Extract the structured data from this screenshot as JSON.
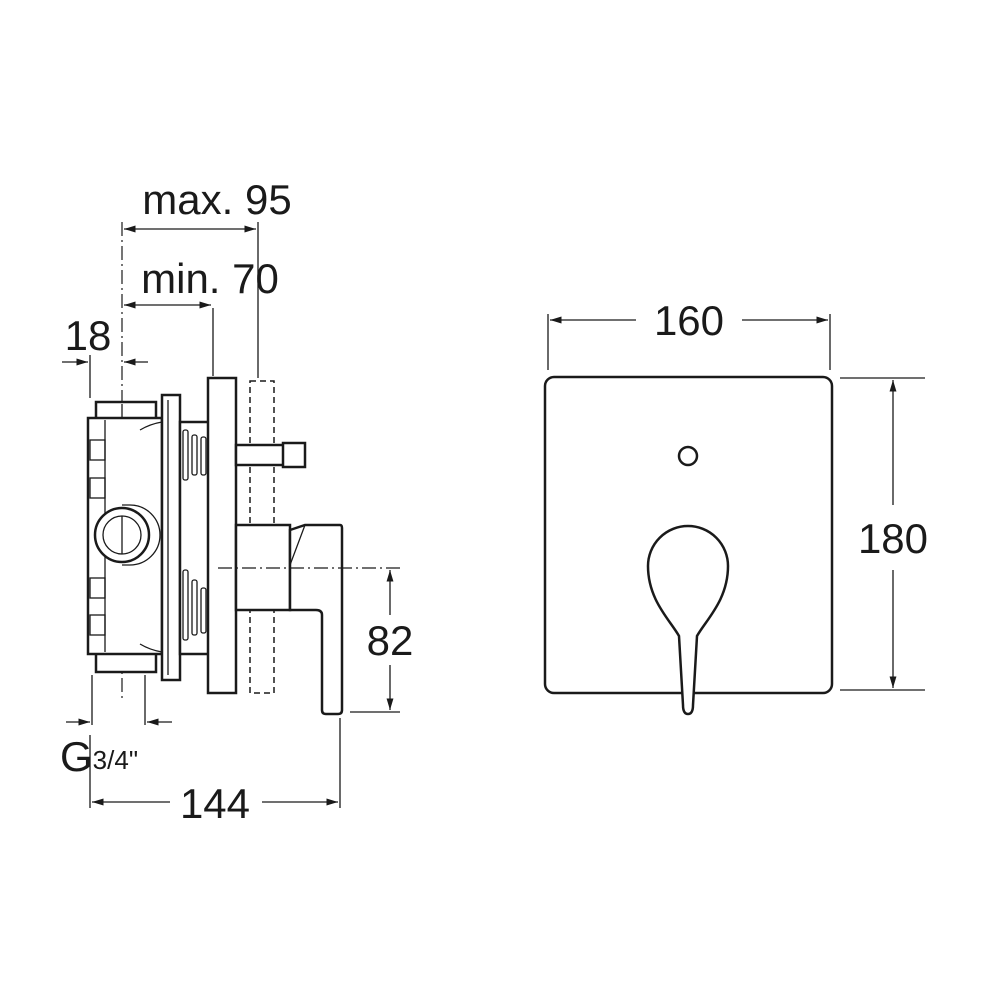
{
  "side_view": {
    "dim_max": "max. 95",
    "dim_min": "min. 70",
    "dim_18": "18",
    "dim_thread_g": "G",
    "dim_thread_fraction": "3/4\"",
    "dim_82": "82",
    "dim_144": "144"
  },
  "front_view": {
    "dim_width": "160",
    "dim_height": "180"
  }
}
